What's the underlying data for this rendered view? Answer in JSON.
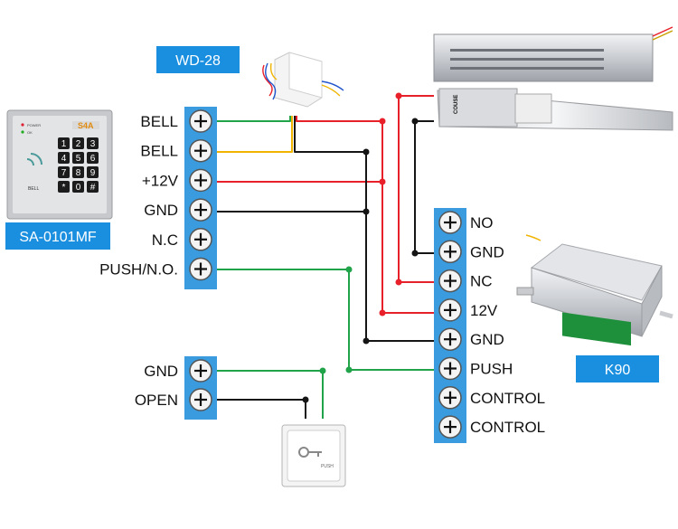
{
  "devices": {
    "keypad_tag": "SA-0101MF",
    "bell_tag": "WD-28",
    "power_tag": "K90",
    "keypad_brand": "S4A",
    "keypad_keys": [
      "1",
      "2",
      "3",
      "4",
      "5",
      "6",
      "7",
      "8",
      "9",
      "*",
      "0",
      "#"
    ],
    "keypad_led_power": "POWER",
    "keypad_led_ok": "OK",
    "keypad_bell": "BELL",
    "exit_button_text": "PUSH",
    "lock_brand": "COUSE"
  },
  "left_terminals": [
    "BELL",
    "BELL",
    "+12V",
    "GND",
    "N.C",
    "PUSH/N.O."
  ],
  "exit_terminals": [
    "GND",
    "OPEN"
  ],
  "power_terminals": [
    "NO",
    "GND",
    "NC",
    "12V",
    "GND",
    "PUSH",
    "CONTROL",
    "CONTROL"
  ],
  "colors": {
    "tag_blue": "#1a8fe0",
    "strip_blue": "#3a9bde",
    "wire_green": "#21a34a",
    "wire_yellow": "#f0b400",
    "wire_red": "#e8202a",
    "wire_black": "#151515"
  }
}
